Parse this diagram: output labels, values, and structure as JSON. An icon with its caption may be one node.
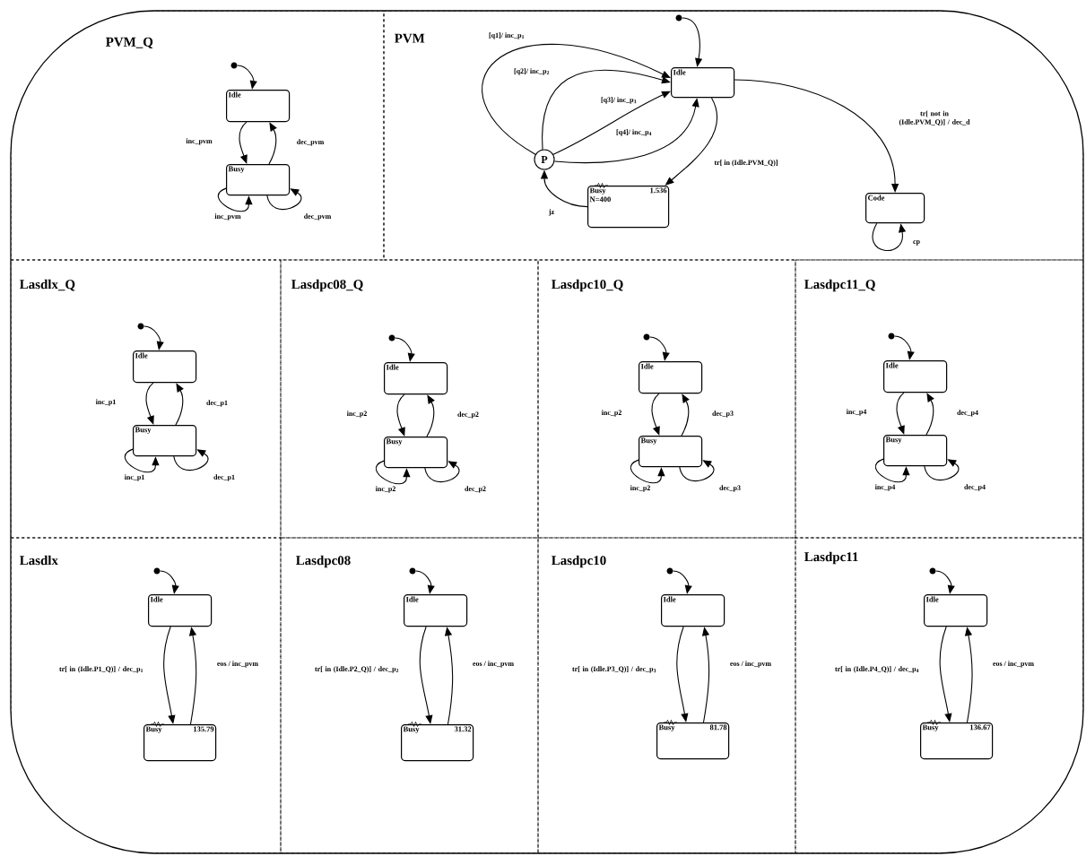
{
  "diagram": {
    "nodes": [
      {
        "text": [],
        "shape": "box"
      },
      {
        "text": [
          "PVM_Q"
        ],
        "in": 0
      },
      {
        "text": [],
        "shape": "circle",
        "in": 1
      },
      {
        "text": [
          "Idle"
        ],
        "in": 1
      },
      {
        "text": [
          "Busy"
        ],
        "in": 1
      },
      {
        "text": [
          "PVM"
        ],
        "in": 0
      },
      {
        "text": [],
        "shape": "circle",
        "in": 5
      },
      {
        "text": [
          "Idle"
        ],
        "in": 5
      },
      {
        "text": [
          "P"
        ],
        "in": 5
      },
      {
        "text": [
          "Busy",
          "1.536",
          "N=400"
        ],
        "in": 5
      },
      {
        "text": [
          "Code"
        ],
        "in": 5
      },
      {
        "text": [
          "Lasdlx_Q"
        ],
        "in": 0
      },
      {
        "text": [],
        "shape": "circle",
        "in": 11
      },
      {
        "text": [
          "Idle"
        ],
        "in": 11
      },
      {
        "text": [
          "Busy"
        ],
        "in": 11
      },
      {
        "text": [
          "Lasdpc08_Q"
        ],
        "in": 0
      },
      {
        "text": [],
        "shape": "circle",
        "in": 15
      },
      {
        "text": [
          "Idle"
        ],
        "in": 15
      },
      {
        "text": [
          "Busy"
        ],
        "in": 15
      },
      {
        "text": [
          "Lasdpc10_Q"
        ],
        "in": 0
      },
      {
        "text": [],
        "shape": "circle",
        "in": 19
      },
      {
        "text": [
          "Idle"
        ],
        "in": 19
      },
      {
        "text": [
          "Busy"
        ],
        "in": 19
      },
      {
        "text": [
          "Lasdpc11_Q"
        ],
        "in": 0
      },
      {
        "text": [],
        "shape": "circle",
        "in": 23
      },
      {
        "text": [
          "Idle"
        ],
        "in": 23
      },
      {
        "text": [
          "Busy"
        ],
        "in": 23
      },
      {
        "text": [
          "Lasdlx"
        ],
        "in": 0
      },
      {
        "text": [],
        "shape": "circle",
        "in": 27
      },
      {
        "text": [
          "Idle"
        ],
        "in": 27
      },
      {
        "text": [
          "Busy",
          "135.79"
        ],
        "in": 27
      },
      {
        "text": [
          "Lasdpc08"
        ],
        "in": 0
      },
      {
        "text": [],
        "shape": "circle",
        "in": 31
      },
      {
        "text": [
          "Idle"
        ],
        "in": 31
      },
      {
        "text": [
          "Busy",
          "31.32"
        ],
        "in": 31
      },
      {
        "text": [
          "Lasdpc10"
        ],
        "in": 0
      },
      {
        "text": [],
        "shape": "circle",
        "in": 35
      },
      {
        "text": [
          "Idle"
        ],
        "in": 35
      },
      {
        "text": [
          "Busy",
          "81.78"
        ],
        "in": 35
      },
      {
        "text": [
          "Lasdpc11"
        ],
        "in": 0
      },
      {
        "text": [],
        "shape": "circle",
        "in": 39
      },
      {
        "text": [
          "Idle"
        ],
        "in": 39
      },
      {
        "text": [
          "Busy",
          "136.67"
        ],
        "in": 39
      }
    ],
    "edges": [
      {
        "from": 2,
        "to": 3,
        "arrow": "to"
      },
      {
        "from": 3,
        "to": 4,
        "arrow": "to",
        "label": "inc_pvm"
      },
      {
        "from": 4,
        "to": 3,
        "arrow": "to",
        "label": "dec_pvm"
      },
      {
        "from": 4,
        "to": 4,
        "arrow": "to",
        "label": "inc_pvm"
      },
      {
        "from": 4,
        "to": 4,
        "arrow": "to",
        "label": "dec_pvm"
      },
      {
        "from": 6,
        "to": 7,
        "arrow": "to"
      },
      {
        "from": 8,
        "to": 7,
        "arrow": "to",
        "label": "[q1]/ inc_p$_{1}$"
      },
      {
        "from": 8,
        "to": 7,
        "arrow": "to",
        "label": "[q2]/ inc_p$_{2}$"
      },
      {
        "from": 8,
        "to": 7,
        "arrow": "to",
        "label": "[q3]/ inc_p$_{3}$"
      },
      {
        "from": 8,
        "to": 7,
        "arrow": "to",
        "label": "[q4]/ inc_p$_{4}$"
      },
      {
        "from": 7,
        "to": 9,
        "arrow": "to",
        "label": "tr[ in (Idle.PVM_Q)]"
      },
      {
        "from": 9,
        "to": 8,
        "arrow": "to",
        "label": "jz"
      },
      {
        "from": 7,
        "to": 10,
        "arrow": "to",
        "label": "tr[ not in (Idle.PVM_Q)] / dec_d"
      },
      {
        "from": 10,
        "to": 10,
        "arrow": "to",
        "label": "cp"
      },
      {
        "from": 12,
        "to": 13,
        "arrow": "to"
      },
      {
        "from": 13,
        "to": 14,
        "arrow": "to",
        "label": "inc_p1"
      },
      {
        "from": 14,
        "to": 13,
        "arrow": "to",
        "label": "dec_p1"
      },
      {
        "from": 14,
        "to": 14,
        "arrow": "to",
        "label": "inc_p1"
      },
      {
        "from": 14,
        "to": 14,
        "arrow": "to",
        "label": "dec_p1"
      },
      {
        "from": 16,
        "to": 17,
        "arrow": "to"
      },
      {
        "from": 17,
        "to": 18,
        "arrow": "to",
        "label": "inc_p2"
      },
      {
        "from": 18,
        "to": 17,
        "arrow": "to",
        "label": "dec_p2"
      },
      {
        "from": 18,
        "to": 18,
        "arrow": "to",
        "label": "inc_p2"
      },
      {
        "from": 18,
        "to": 18,
        "arrow": "to",
        "label": "dec_p2"
      },
      {
        "from": 20,
        "to": 21,
        "arrow": "to"
      },
      {
        "from": 21,
        "to": 22,
        "arrow": "to",
        "label": "inc_p2"
      },
      {
        "from": 22,
        "to": 21,
        "arrow": "to",
        "label": "dec_p3"
      },
      {
        "from": 22,
        "to": 22,
        "arrow": "to",
        "label": "inc_p2"
      },
      {
        "from": 22,
        "to": 22,
        "arrow": "to",
        "label": "dec_p3"
      },
      {
        "from": 24,
        "to": 25,
        "arrow": "to"
      },
      {
        "from": 25,
        "to": 26,
        "arrow": "to",
        "label": "inc_p4"
      },
      {
        "from": 26,
        "to": 25,
        "arrow": "to",
        "label": "dec_p4"
      },
      {
        "from": 26,
        "to": 26,
        "arrow": "to",
        "label": "inc_p4"
      },
      {
        "from": 26,
        "to": 26,
        "arrow": "to",
        "label": "dec_p4"
      },
      {
        "from": 28,
        "to": 29,
        "arrow": "to"
      },
      {
        "from": 29,
        "to": 30,
        "arrow": "to",
        "label": "tr[ in (Idle.P1_Q)] / dec_p$_{1}$"
      },
      {
        "from": 30,
        "to": 29,
        "arrow": "to",
        "label": "eos / inc_pvm"
      },
      {
        "from": 32,
        "to": 33,
        "arrow": "to"
      },
      {
        "from": 33,
        "to": 34,
        "arrow": "to",
        "label": "tr[ in (Idle.P2_Q)] / dec_p$_{2}$"
      },
      {
        "from": 34,
        "to": 33,
        "arrow": "to",
        "label": "eos / inc_pvm"
      },
      {
        "from": 36,
        "to": 37,
        "arrow": "to"
      },
      {
        "from": 37,
        "to": 38,
        "arrow": "to",
        "label": "tr[ in (Idle.P3_Q)] / dec_p$_{3}$"
      },
      {
        "from": 38,
        "to": 37,
        "arrow": "to",
        "label": "eos / inc_pvm"
      },
      {
        "from": 40,
        "to": 41,
        "arrow": "to"
      },
      {
        "from": 41,
        "to": 42,
        "arrow": "to",
        "label": "tr[ in (Idle.P4_Q)] / dec_p$_{4}$"
      },
      {
        "from": 42,
        "to": 41,
        "arrow": "to",
        "label": "eos / inc_pvm"
      }
    ]
  }
}
